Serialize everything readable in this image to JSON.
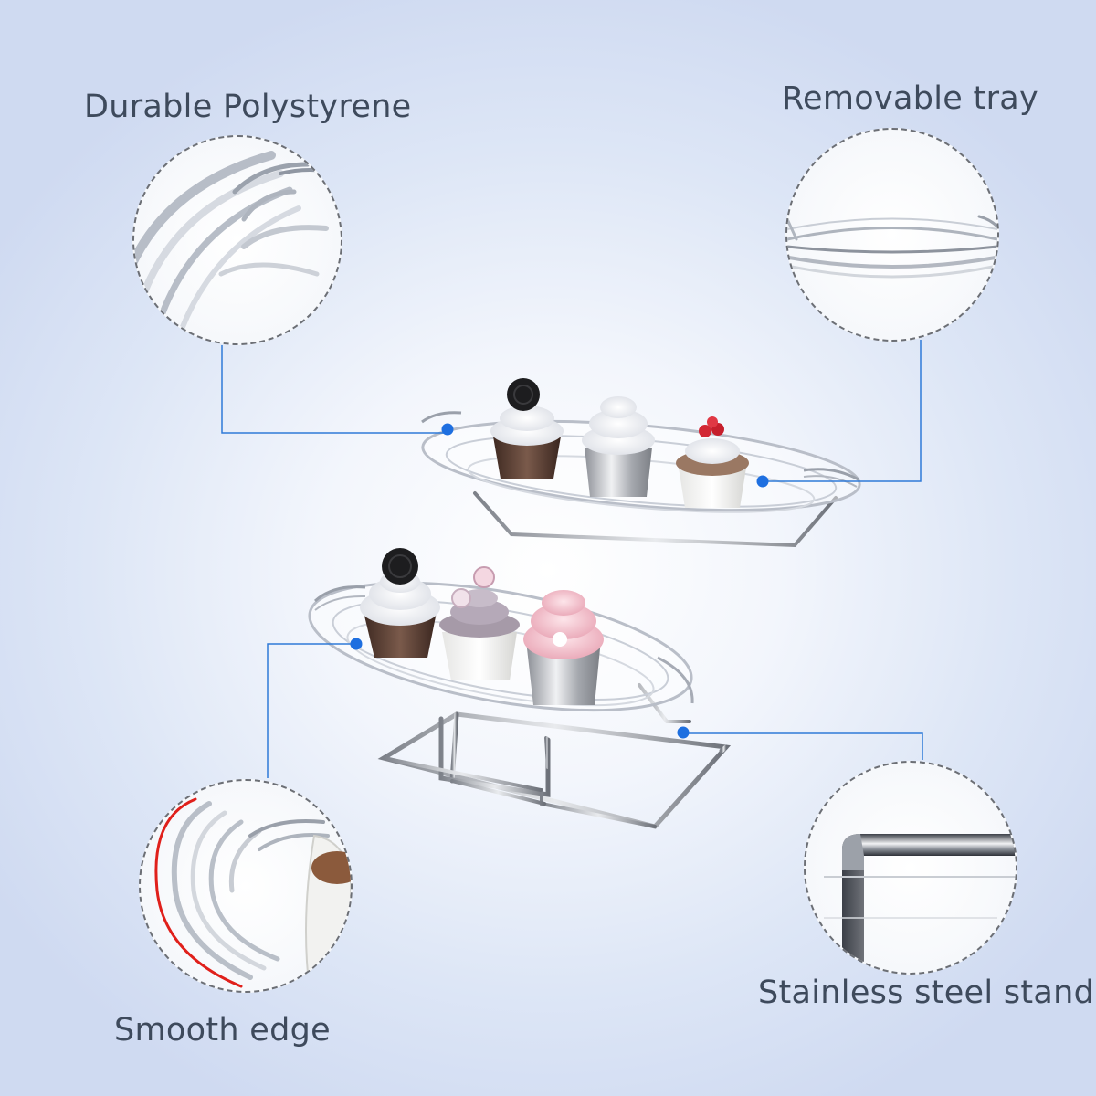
{
  "features": {
    "durable": {
      "label": "Durable Polystyrene",
      "icon": "plastic-detail-closeup"
    },
    "removable": {
      "label": "Removable tray",
      "icon": "tray-rim-closeup"
    },
    "smooth": {
      "label": "Smooth edge",
      "icon": "edge-closeup"
    },
    "stand": {
      "label": "Stainless steel stand",
      "icon": "steel-bend-closeup"
    }
  },
  "colors": {
    "callout_line": "#2f7ad8",
    "callout_dot": "#1e6fe0",
    "label_text": "#3e4a5c",
    "edge_highlight": "#e0201b"
  }
}
